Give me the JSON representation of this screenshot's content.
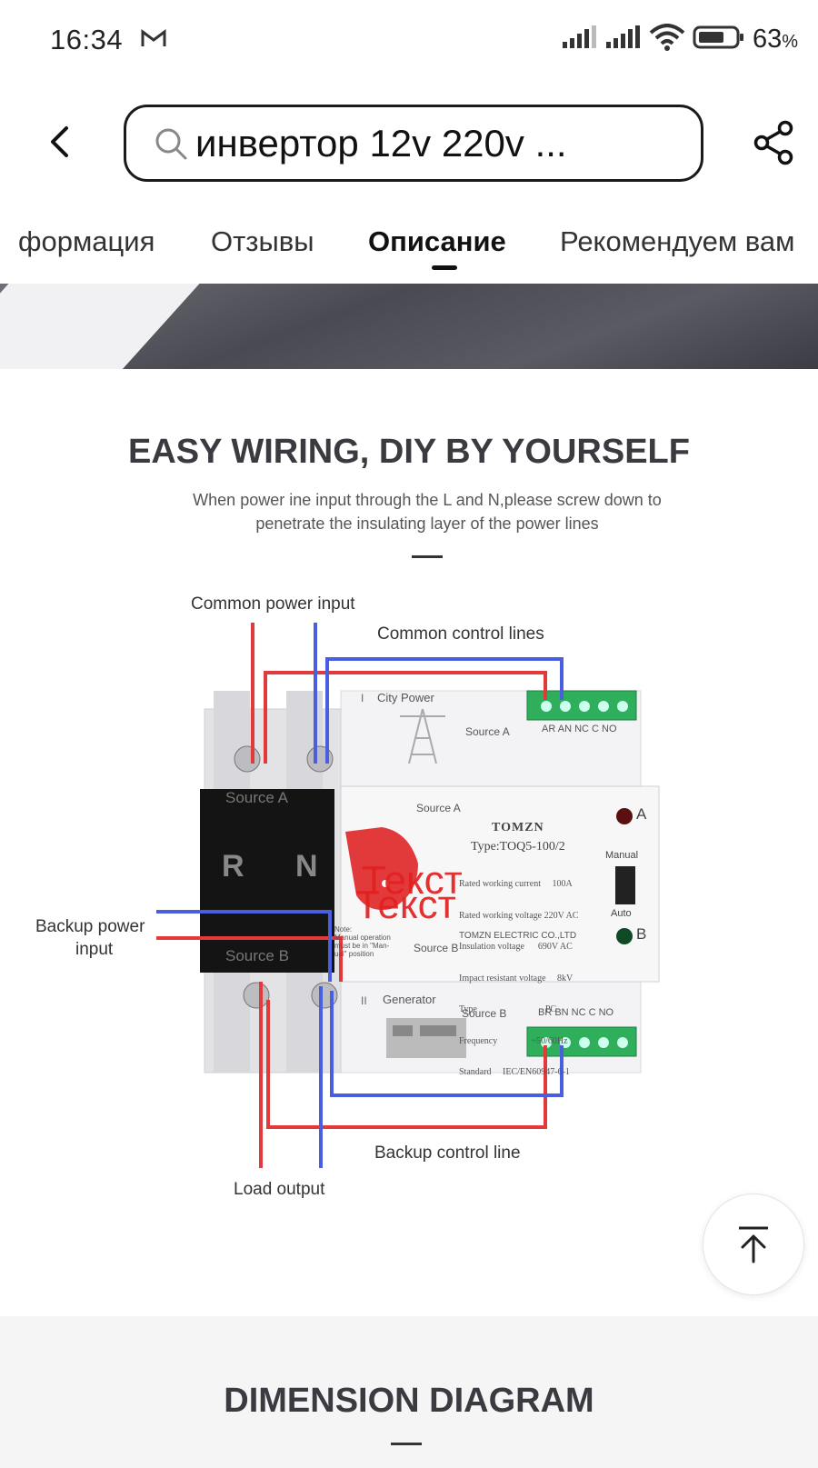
{
  "status_bar": {
    "time": "16:34",
    "battery_percent": "63",
    "battery_unit": "%"
  },
  "search": {
    "query": "инвертор 12v 220v ..."
  },
  "tabs": [
    {
      "label": "формация"
    },
    {
      "label": "Отзывы"
    },
    {
      "label": "Описание",
      "active": true
    },
    {
      "label": "Рекомендуем вам"
    }
  ],
  "wiring_section": {
    "title": "EASY WIRING, DIY BY YOURSELF",
    "subtitle_line1": "When power ine input through the L and N,please screw down to",
    "subtitle_line2": "penetrate the insulating layer of the power lines"
  },
  "diagram": {
    "labels": {
      "common_power_input": "Common power input",
      "common_control_lines": "Common control lines",
      "backup_power_input_1": "Backup power",
      "backup_power_input_2": "input",
      "backup_control_line": "Backup control line",
      "load_output": "Load output"
    },
    "device": {
      "brand": "TOMZN",
      "type": "Type:TOQ5-100/2",
      "specs": [
        "Rated working current     100A",
        "Rated working voltage 220V AC",
        "Insulation voltage      690V AC",
        "Impact resistant voltage     8kV",
        "Type                              PC",
        "Frequency               ~50/60Hz",
        "Standard     IEC/EN60947-6-1"
      ],
      "maker": "TOMZN ELECTRIC CO.,LTD",
      "source_a": "Source A",
      "source_b": "Source B",
      "r_label": "R",
      "n_label": "N",
      "indicator_a": "A",
      "indicator_b": "B",
      "manual": "Manual",
      "auto": "Auto",
      "note_1": "Note:",
      "note_2": "Manual operation",
      "note_3": "must be in \"Man-",
      "note_4": "ual\" position",
      "city_power": "City Power",
      "generator": "Generator",
      "roman_1": "I",
      "roman_2": "II",
      "terminals_top": "AR AN NC C NO",
      "terminals_bottom": "BR BN NC C NO",
      "overlay_text": "Текст"
    },
    "colors": {
      "red_wire": "#e23a3a",
      "blue_wire": "#4a5ee0"
    }
  },
  "dimension_section": {
    "title": "DIMENSION DIAGRAM"
  }
}
